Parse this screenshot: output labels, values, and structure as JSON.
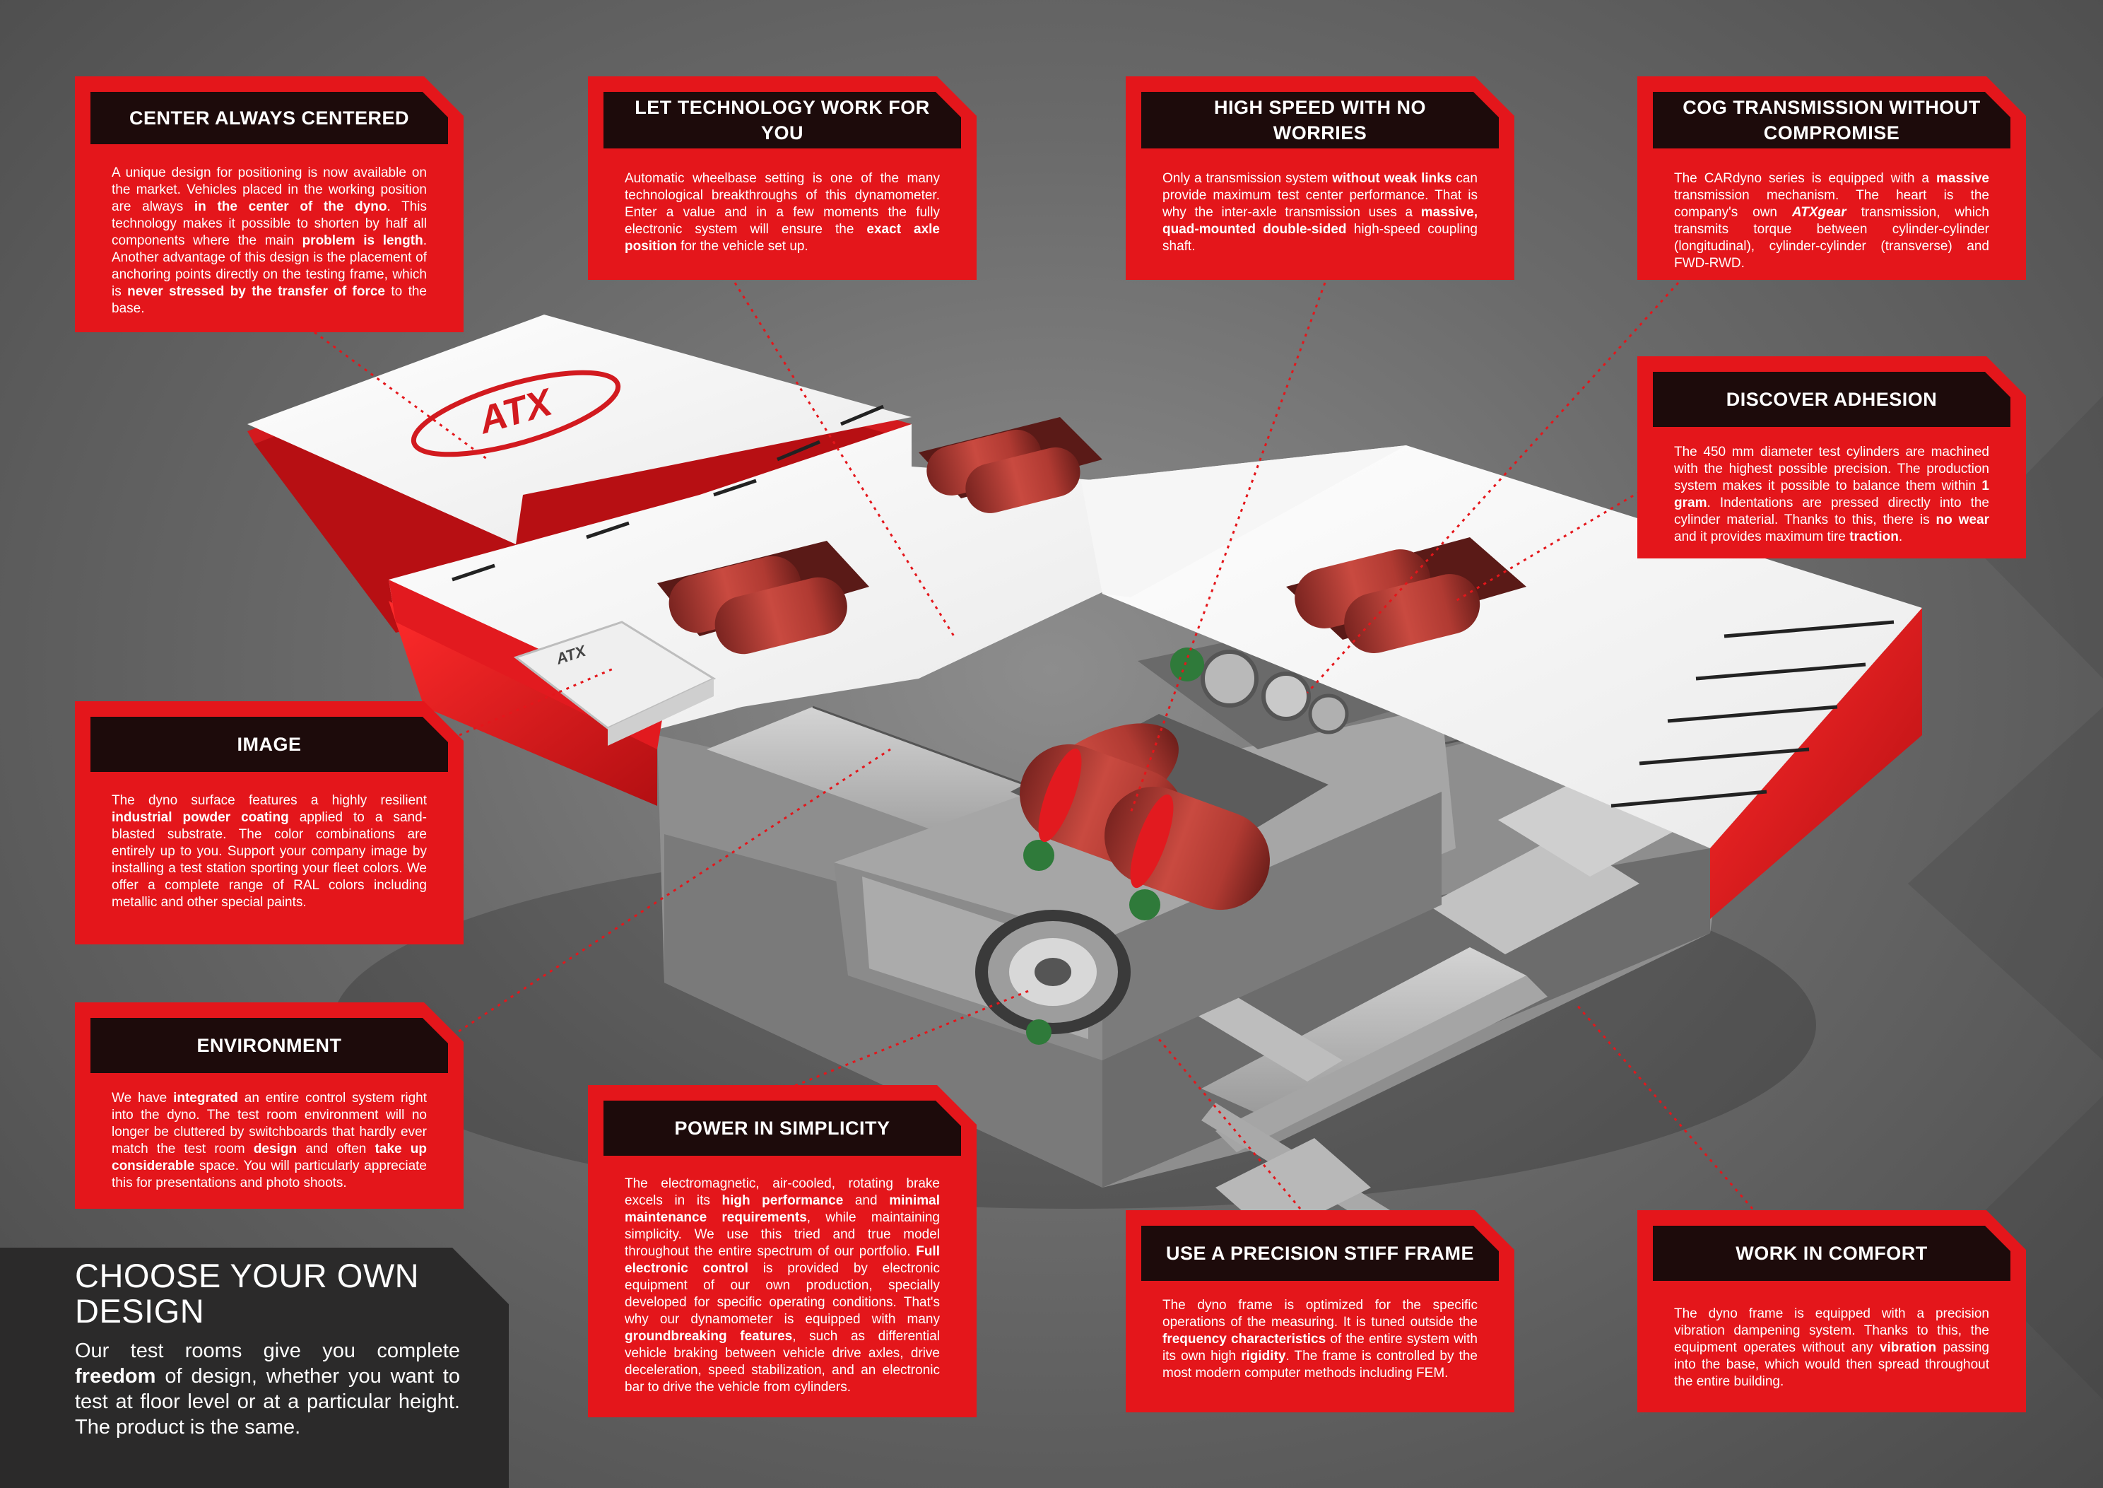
{
  "colors": {
    "accent_red": "#e4161b",
    "title_bar": "#1d0b0b",
    "panel_dark": "#2b2a2a",
    "background": "#6b6b6b"
  },
  "logo_text": "ATX",
  "callouts": {
    "center_always_centered": {
      "title": "CENTER ALWAYS CENTERED",
      "segments": [
        {
          "t": "A unique design for positioning is now available on the market. Vehicles placed in the working position are always "
        },
        {
          "t": "in the center of the dyno",
          "b": true
        },
        {
          "t": ". This technology makes it possible to shorten by half all components where the main "
        },
        {
          "t": "problem is length",
          "b": true
        },
        {
          "t": ". Another advantage of this design is the placement of anchoring points directly on the testing frame, which is "
        },
        {
          "t": "never stressed by the transfer of force",
          "b": true
        },
        {
          "t": " to the base."
        }
      ]
    },
    "let_technology_work": {
      "title": "LET TECHNOLOGY WORK FOR YOU",
      "segments": [
        {
          "t": "Automatic wheelbase setting is one of the many technological breakthroughs of this dynamometer. Enter a value and in a few moments the fully electronic system will ensure the "
        },
        {
          "t": "exact axle position",
          "b": true
        },
        {
          "t": " for the vehicle set up."
        }
      ]
    },
    "high_speed": {
      "title": "HIGH SPEED WITH NO WORRIES",
      "segments": [
        {
          "t": "Only a transmission system "
        },
        {
          "t": "without weak links",
          "b": true
        },
        {
          "t": " can provide maximum test center performance. That is why the inter-axle transmission uses a "
        },
        {
          "t": "massive, quad-mounted double-sided",
          "b": true
        },
        {
          "t": " high-speed coupling shaft."
        }
      ]
    },
    "cog_transmission": {
      "title": "COG TRANSMISSION WITHOUT COMPROMISE",
      "segments": [
        {
          "t": "The CARdyno series is equipped with a "
        },
        {
          "t": "massive",
          "b": true
        },
        {
          "t": " transmission mechanism. The heart is the company's own "
        },
        {
          "t": "ATXgear",
          "b": true,
          "i": true
        },
        {
          "t": " transmission, which transmits torque between cylinder-cylinder (longitudinal), cylinder-cylinder (transverse) and FWD-RWD."
        }
      ]
    },
    "discover_adhesion": {
      "title": "DISCOVER ADHESION",
      "segments": [
        {
          "t": "The 450 mm diameter test cylinders are machined with the highest possible precision. The production system makes it possible to balance them within "
        },
        {
          "t": "1 gram",
          "b": true
        },
        {
          "t": ". Indentations are pressed directly into the cylinder material. Thanks to this, there is "
        },
        {
          "t": "no wear",
          "b": true
        },
        {
          "t": " and it provides maximum tire "
        },
        {
          "t": "traction",
          "b": true
        },
        {
          "t": "."
        }
      ]
    },
    "image": {
      "title": "IMAGE",
      "segments": [
        {
          "t": "The dyno surface features a highly resilient "
        },
        {
          "t": "industrial powder coating",
          "b": true
        },
        {
          "t": " applied to a sand-blasted substrate. The color combinations are entirely up to you. Support your company image by installing a test station sporting your fleet colors. We offer a complete range of RAL colors including metallic and other special paints."
        }
      ]
    },
    "environment": {
      "title": "ENVIRONMENT",
      "segments": [
        {
          "t": "We have "
        },
        {
          "t": "integrated",
          "b": true
        },
        {
          "t": " an entire control system right into the dyno. The test room environment will no longer be cluttered by switchboards that hardly ever match the test room "
        },
        {
          "t": "design",
          "b": true
        },
        {
          "t": " and often "
        },
        {
          "t": "take up considerable",
          "b": true
        },
        {
          "t": " space. You will particularly appreciate this for presentations and photo shoots."
        }
      ]
    },
    "power_in_simplicity": {
      "title": "POWER IN SIMPLICITY",
      "segments": [
        {
          "t": "The electromagnetic, air-cooled, rotating brake excels in its "
        },
        {
          "t": "high performance",
          "b": true
        },
        {
          "t": " and "
        },
        {
          "t": "minimal maintenance requirements",
          "b": true
        },
        {
          "t": ", while maintaining simplicity. We use this tried and true model throughout the entire spectrum of our portfolio. "
        },
        {
          "t": "Full electronic control",
          "b": true
        },
        {
          "t": " is provided by electronic equipment of our own production, specially developed for specific operating conditions. That's why our dynamometer is equipped with many "
        },
        {
          "t": "groundbreaking features",
          "b": true
        },
        {
          "t": ", such as differential vehicle braking between vehicle drive axles, drive deceleration, speed stabilization, and an electronic bar to drive the vehicle from cylinders."
        }
      ]
    },
    "precision_frame": {
      "title": "USE A PRECISION STIFF FRAME",
      "segments": [
        {
          "t": "The dyno frame is optimized for the specific operations of the measuring. It is tuned outside the "
        },
        {
          "t": "frequency characteristics",
          "b": true
        },
        {
          "t": " of the entire system with its own high "
        },
        {
          "t": "rigidity",
          "b": true
        },
        {
          "t": ". The frame is controlled by the most modern computer methods including FEM."
        }
      ]
    },
    "work_in_comfort": {
      "title": "WORK IN COMFORT",
      "segments": [
        {
          "t": "The dyno frame is equipped with a precision vibration dampening system. Thanks to this, the equipment operates without any "
        },
        {
          "t": "vibration",
          "b": true
        },
        {
          "t": " passing into the base, which would then spread throughout the entire building."
        }
      ]
    }
  },
  "choose_design": {
    "title": "CHOOSE YOUR OWN DESIGN",
    "segments": [
      {
        "t": "Our test rooms give you complete "
      },
      {
        "t": "freedom",
        "b": true
      },
      {
        "t": " of design, whether you want to test at floor level or at a particular height. The product is the same."
      }
    ]
  }
}
